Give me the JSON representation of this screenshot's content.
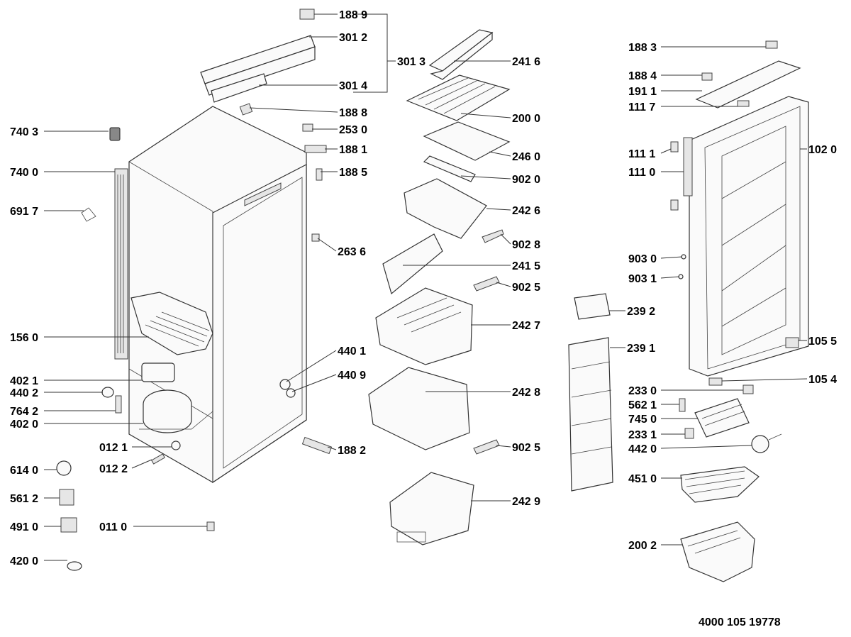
{
  "diagram": {
    "catalog_number": "4000 105 19778",
    "labels": {
      "p1889": "188 9",
      "p3012": "301 2",
      "p3013": "301 3",
      "p3014": "301 4",
      "p1888": "188 8",
      "p2530": "253 0",
      "p1881": "188 1",
      "p1885": "188 5",
      "p2636": "263 6",
      "p4401": "440 1",
      "p4409": "440 9",
      "p1882": "188 2",
      "p7403": "740 3",
      "p7400": "740 0",
      "p6917": "691 7",
      "p1560": "156 0",
      "p4021": "402 1",
      "p4402": "440 2",
      "p7642": "764 2",
      "p4020": "402 0",
      "p0121": "012 1",
      "p0122": "012 2",
      "p6140": "614 0",
      "p5612": "561 2",
      "p4910": "491 0",
      "p0110": "011 0",
      "p4200": "420 0",
      "p2416": "241 6",
      "p2000": "200 0",
      "p2460": "246 0",
      "p9020": "902 0",
      "p2426": "242 6",
      "p9028": "902 8",
      "p2415": "241 5",
      "p9025a": "902 5",
      "p2427": "242 7",
      "p2428": "242 8",
      "p9025b": "902 5",
      "p2429": "242 9",
      "p1883": "188 3",
      "p1884": "188 4",
      "p1911": "191 1",
      "p1117": "111 7",
      "p1020": "102 0",
      "p1111": "111 1",
      "p1110": "111 0",
      "p9030": "903 0",
      "p9031": "903 1",
      "p2392": "239 2",
      "p2391": "239 1",
      "p1055": "105 5",
      "p1054": "105 4",
      "p2330": "233 0",
      "p5621": "562 1",
      "p7450": "745 0",
      "p2331": "233 1",
      "p4420": "442 0",
      "p4510": "451 0",
      "p2002": "200 2"
    }
  }
}
